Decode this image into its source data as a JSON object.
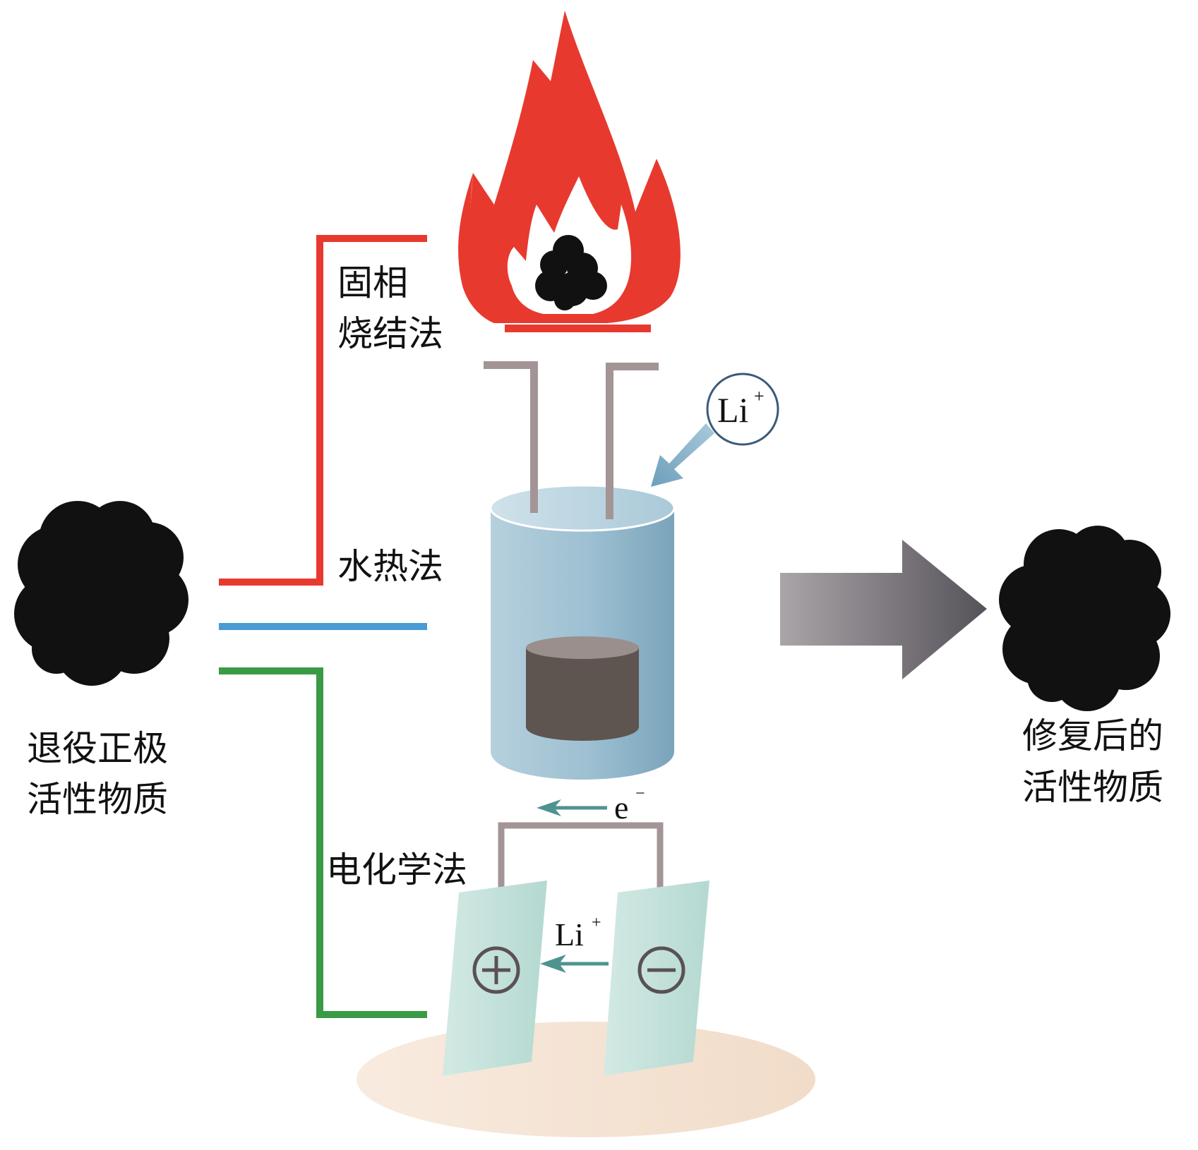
{
  "title": "退役正极活性物质修复方法示意图",
  "input_material": {
    "label_line1": "退役正极",
    "label_line2": "活性物质",
    "icon": "particle-cluster-icon"
  },
  "output_material": {
    "label_line1": "修复后的",
    "label_line2": "活性物质",
    "icon": "particle-cluster-icon"
  },
  "methods": [
    {
      "id": "solid-state",
      "label_line1": "固相",
      "label_line2": "烧结法",
      "color": "#e8392f",
      "icon": "flame-icon"
    },
    {
      "id": "hydrothermal",
      "label_line1": "水热法",
      "label_line2": "",
      "color": "#4a9bd4",
      "icon": "reactor-vessel-icon",
      "ion_label": "Li",
      "ion_charge": "+"
    },
    {
      "id": "electrochemical",
      "label_line1": "电化学法",
      "label_line2": "",
      "color": "#3a9a45",
      "icon": "electrolytic-cell-icon",
      "electron_label": "e",
      "electron_charge": "−",
      "ion_label": "Li",
      "ion_charge": "+",
      "positive_symbol": "+",
      "negative_symbol": "−"
    }
  ],
  "colors": {
    "flame_red": "#e8392f",
    "vessel_blue": "#8fb7cc",
    "vessel_top": "#bcd5e0",
    "sample_dark": "#5e5450",
    "sample_top": "#9a8f8c",
    "electrode_wire": "#a39596",
    "electrode_plate": "#bfe0d9",
    "arrow_teal": "#4f9390",
    "base_peach": "#f5e3d3",
    "main_arrow_light": "#a7a3a6",
    "main_arrow_dark": "#5f5b62",
    "ion_arrow": "#7aa9c3",
    "ion_circle": "#3a5a7a"
  }
}
